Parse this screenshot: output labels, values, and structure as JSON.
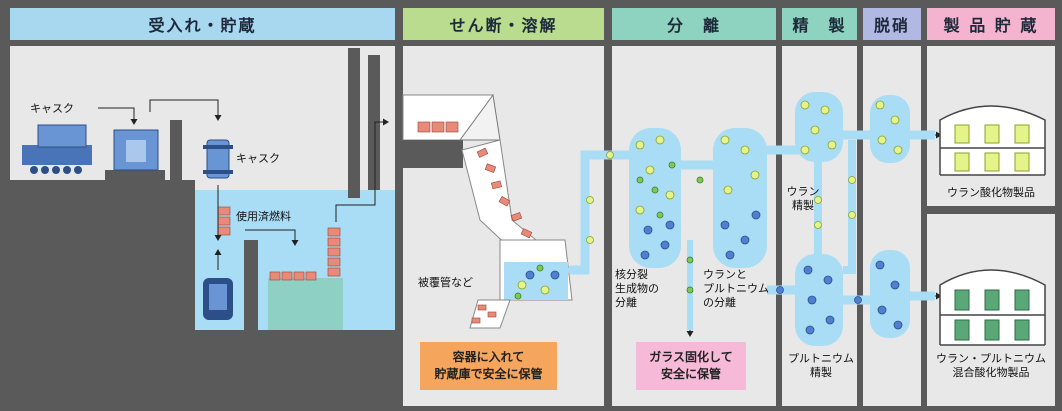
{
  "headers": {
    "receive_store": "受入れ・貯蔵",
    "shear_dissolve": "せん断・溶解",
    "separation": "分　離",
    "purification": "精　製",
    "denitration": "脱硝",
    "product_storage": "製 品 貯 蔵"
  },
  "labels": {
    "cask_top": "キャスク",
    "cask_right": "キャスク",
    "spent_fuel": "使用済燃料",
    "cladding": "被覆管など",
    "fission_products": [
      "核分裂",
      "生成物の",
      "分離"
    ],
    "u_pu_separation": [
      "ウランと",
      "プルトニウム",
      "の分離"
    ],
    "uranium_purification": [
      "ウラン",
      "精製"
    ],
    "plutonium_purification": [
      "プルトニウム",
      "精製"
    ],
    "uranium_oxide_product": "ウラン酸化物製品",
    "mox_product": [
      "ウラン・プルトニウム",
      "混合酸化物製品"
    ]
  },
  "boxes": {
    "container_storage": [
      "容器に入れて",
      "貯蔵庫で安全に保管"
    ],
    "vitrification": [
      "ガラス固化して",
      "安全に保管"
    ]
  },
  "colors": {
    "header_blue": "#a8d8f0",
    "header_green": "#b9dc8f",
    "header_teal": "#8ed3bf",
    "header_purple": "#b2b8e4",
    "header_pink": "#f4b3cf",
    "section_bg": "#e8e8e8",
    "frame": "#5a5a5a",
    "water": "#a9dcf5",
    "pipe": "#a9dcf5",
    "uranium_product": "#e4f38a",
    "mox_product": "#5aa877",
    "box_orange": "#f5a55c",
    "box_pink": "#f7b9d8"
  }
}
